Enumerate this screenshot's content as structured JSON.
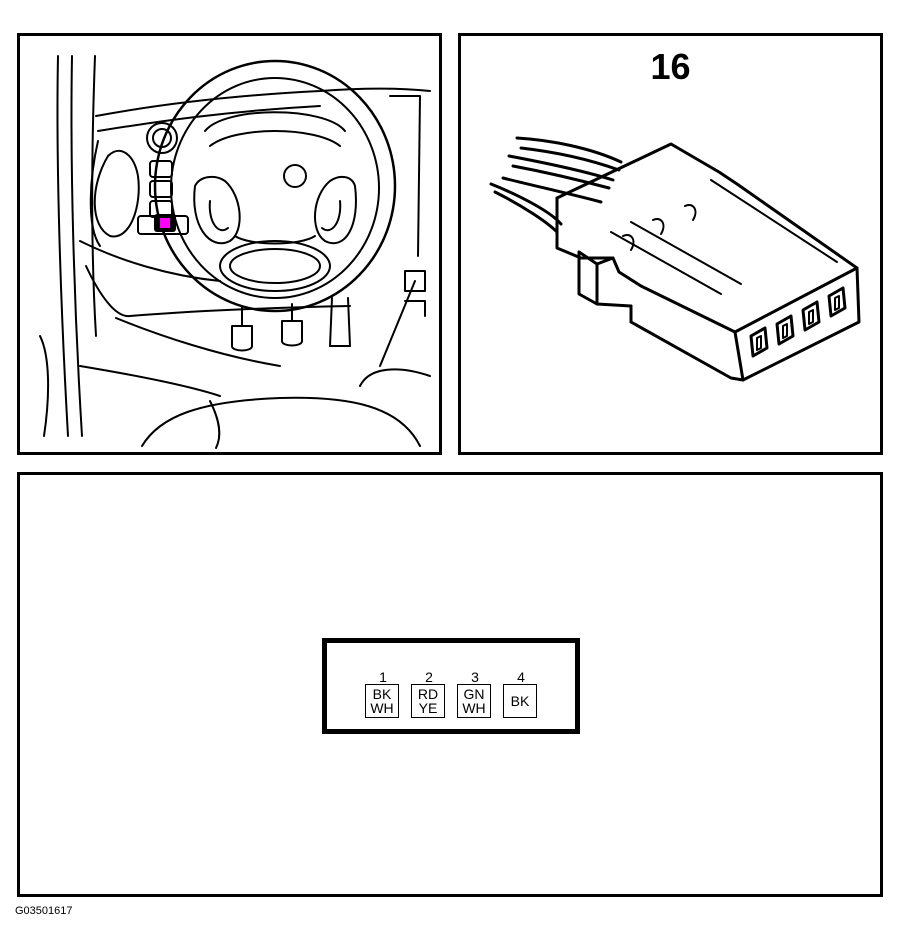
{
  "connector": {
    "number": "16",
    "pins": [
      {
        "number": "1",
        "colors": [
          "BK",
          "WH"
        ]
      },
      {
        "number": "2",
        "colors": [
          "RD",
          "YE"
        ]
      },
      {
        "number": "3",
        "colors": [
          "GN",
          "WH"
        ]
      },
      {
        "number": "4",
        "colors": [
          "BK"
        ]
      }
    ]
  },
  "location_marker_color": "#ff00ff",
  "figure_id": "G03501617"
}
